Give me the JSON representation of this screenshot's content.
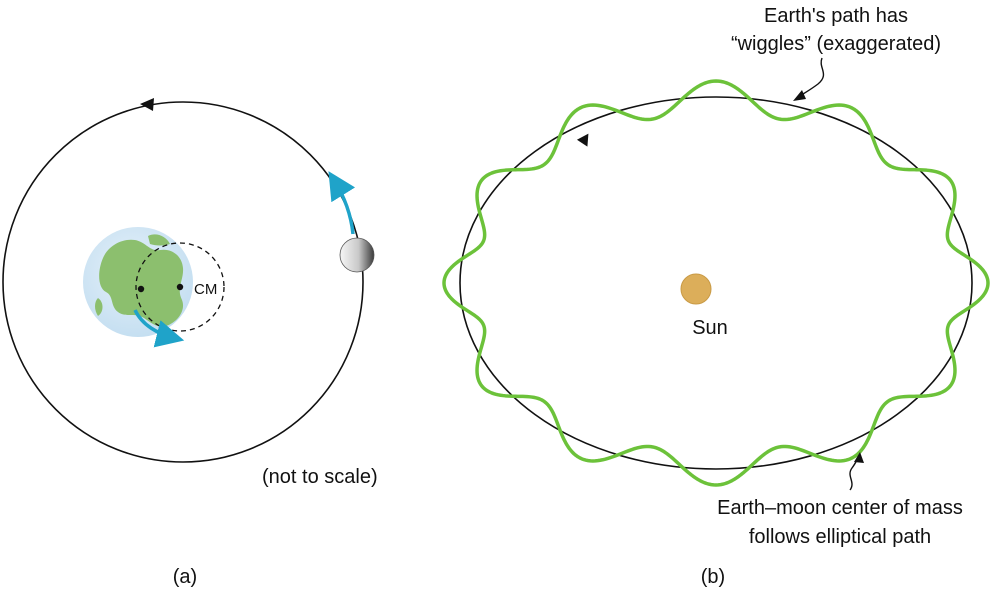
{
  "panel_a": {
    "cm_label": "CM",
    "note": "(not to scale)",
    "caption": "(a)"
  },
  "panel_b": {
    "sun_label": "Sun",
    "annotation_top_line1": "Earth's path has",
    "annotation_top_line2": "“wiggles” (exaggerated)",
    "annotation_bottom_line1": "Earth–moon center of mass",
    "annotation_bottom_line2": "follows elliptical path",
    "caption": "(b)"
  },
  "colors": {
    "earth_ocean": "#cfe4f3",
    "earth_land": "#8cbf6e",
    "moon_arrow": "#1fa3c9",
    "wiggle_path": "#6cc23a",
    "sun": "#dcae5a",
    "orbit": "#111111"
  }
}
